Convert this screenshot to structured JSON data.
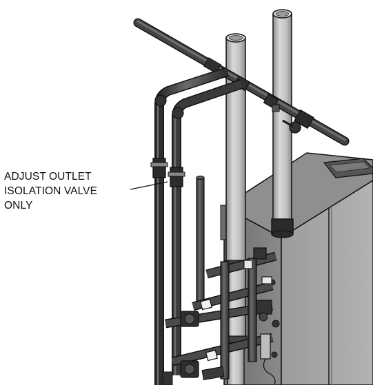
{
  "callout": {
    "lines": [
      "ADJUST OUTLET",
      "ISOLATION VALVE",
      "ONLY"
    ]
  },
  "colors": {
    "pipe_dark": "#3c3c3c",
    "pipe_light": "#b9b9b9",
    "boiler_body": "#7d7d7d",
    "outline": "#111111",
    "background": "#ffffff"
  },
  "icons": [
    "isolation-valve-icon",
    "pump-icon"
  ]
}
